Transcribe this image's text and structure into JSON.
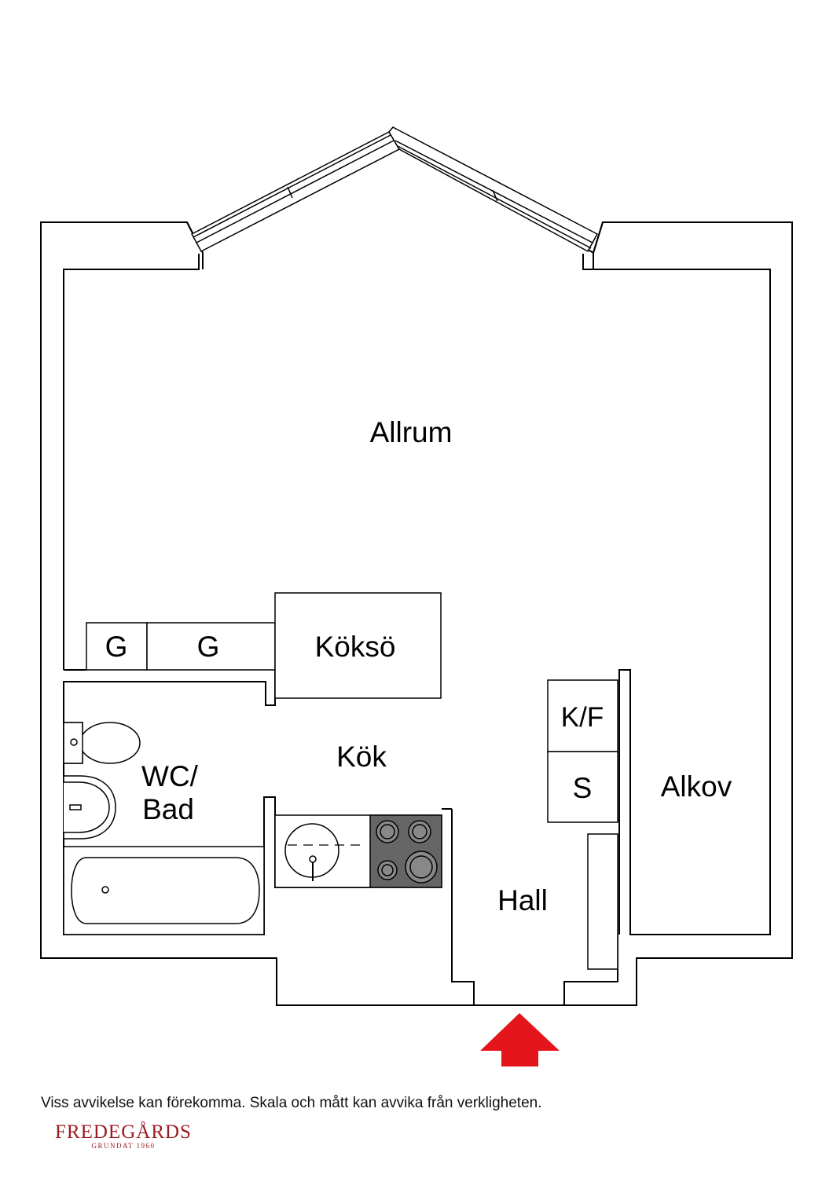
{
  "rooms": {
    "allrum": "Allrum",
    "koks_o": "Köksö",
    "kok": "Kök",
    "wc_bad_line1": "WC/",
    "wc_bad_line2": "Bad",
    "hall": "Hall",
    "alkov": "Alkov"
  },
  "fixtures": {
    "wardrobe_1": "G",
    "wardrobe_2": "G",
    "fridge_freezer": "K/F",
    "closet": "S"
  },
  "disclaimer": "Viss avvikelse kan förekomma. Skala och mått kan avvika från verkligheten.",
  "brand": {
    "name": "FREDEGÅRDS",
    "tagline": "GRUNDAT 1960",
    "color": "#9b1b22"
  },
  "entrance_arrow_color": "#e3151a"
}
